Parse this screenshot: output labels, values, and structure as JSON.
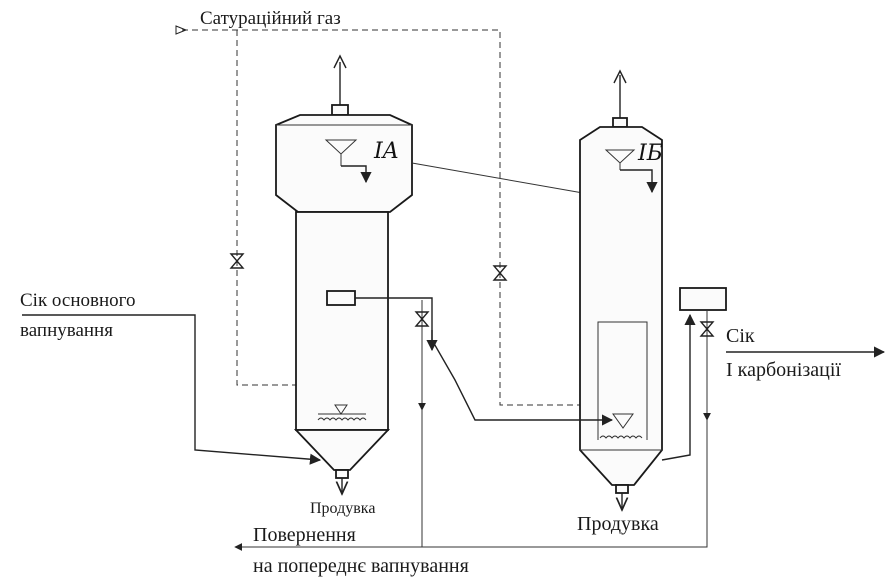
{
  "labels": {
    "saturation_gas": "Сатураційний газ",
    "main_liming_juice_line1": "Сік основного",
    "main_liming_juice_line2": "вапнування",
    "first_carbonation_juice_line1": "Сік",
    "first_carbonation_juice_line2": "І карбонізації",
    "purge_left": "Продувка",
    "purge_right": "Продувка",
    "return_line1": "Повернення",
    "return_line2": "на попереднє вапнування",
    "vessel_left_tag": "IA",
    "vessel_right_tag": "IБ"
  }
}
